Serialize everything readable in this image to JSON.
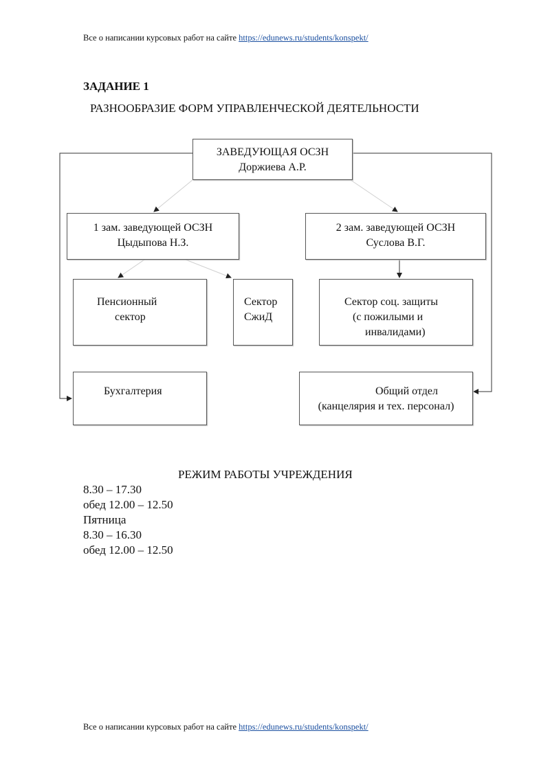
{
  "header": {
    "text": "Все о написании курсовых работ на сайте",
    "link": "https://edunews.ru/students/konspekt/"
  },
  "task": {
    "title": "ЗАДАНИЕ 1",
    "subtitle": "РАЗНООБРАЗИЕ ФОРМ УПРАВЛЕНЧЕСКОЙ ДЕЯТЕЛЬНОСТИ"
  },
  "org": {
    "head": {
      "line1": "ЗАВЕДУЮЩАЯ ОСЗН",
      "line2": "Доржиева А.Р."
    },
    "deputy1": {
      "line1": "1 зам. заведующей ОСЗН",
      "line2": "Цыдыпова Н.З."
    },
    "deputy2": {
      "line1": "2 зам. заведующей ОСЗН",
      "line2": "Суслова В.Г."
    },
    "pension": {
      "line1": "Пенсионный",
      "line2": "сектор"
    },
    "szhid": {
      "line1": "Сектор",
      "line2": "СжиД"
    },
    "social": {
      "line1": "Сектор соц. защиты",
      "line2": "(с пожилыми и",
      "line3": "инвалидами)"
    },
    "accounting": {
      "line1": "Бухгалтерия"
    },
    "general": {
      "line1": "Общий отдел",
      "line2": "(канцелярия и тех. персонал)"
    }
  },
  "schedule": {
    "title": "РЕЖИМ РАБОТЫ УЧРЕЖДЕНИЯ",
    "lines": [
      "8.30 – 17.30",
      "обед 12.00 – 12.50",
      "Пятница",
      "8.30 – 16.30",
      "обед 12.00 – 12.50"
    ]
  },
  "footer": {
    "text": "Все о написании курсовых работ на сайте",
    "link": "https://edunews.ru/students/konspekt/"
  }
}
